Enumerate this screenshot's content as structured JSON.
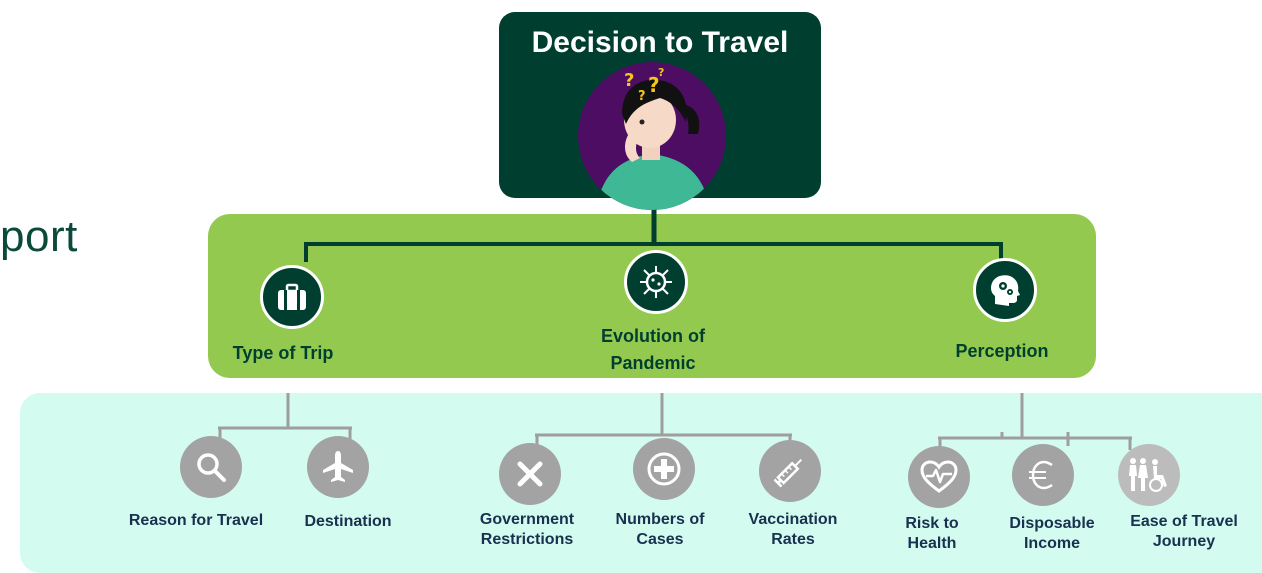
{
  "left_fragment": "port",
  "top": {
    "title": "Decision to Travel"
  },
  "categories": [
    {
      "label": "Type of Trip",
      "icon": "briefcase-icon"
    },
    {
      "label_line1": "Evolution of",
      "label_line2": "Pandemic",
      "icon": "virus-icon"
    },
    {
      "label": "Perception",
      "icon": "head-gears-icon"
    }
  ],
  "factors": {
    "reason": {
      "label": "Reason for Travel",
      "icon": "magnifier-icon"
    },
    "destination": {
      "label": "Destination",
      "icon": "airplane-icon"
    },
    "government": {
      "line1": "Government",
      "line2": "Restrictions",
      "icon": "cross-icon"
    },
    "cases": {
      "line1": "Numbers of",
      "line2": "Cases",
      "icon": "plus-icon"
    },
    "vaccination": {
      "line1": "Vaccination",
      "line2": "Rates",
      "icon": "syringe-icon"
    },
    "health": {
      "line1": "Risk to",
      "line2": "Health",
      "icon": "heart-pulse-icon"
    },
    "income": {
      "line1": "Disposable",
      "line2": "Income",
      "icon": "euro-icon"
    },
    "ease": {
      "line1": "Ease of Travel",
      "line2": "Journey",
      "icon": "people-accessibility-icon"
    }
  },
  "colors": {
    "top_node": "#003f2f",
    "middle_band": "#93c94f",
    "bottom_band": "#d4fbf0",
    "factor_icon": "#a3a3a3",
    "category_icon": "#003f2f"
  }
}
